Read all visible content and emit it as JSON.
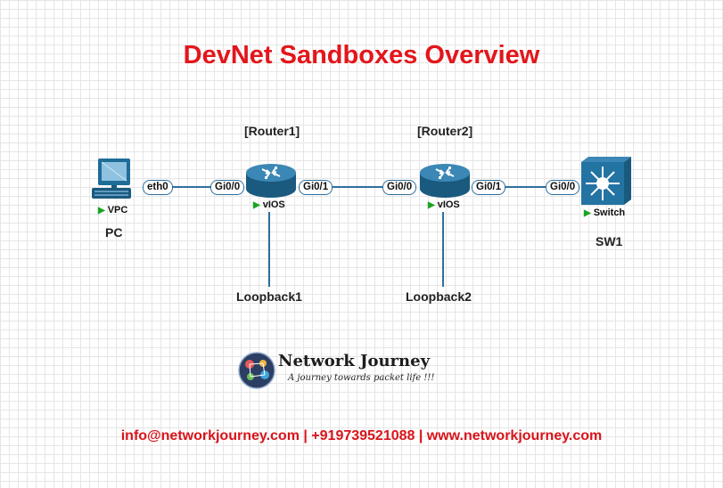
{
  "title": "DevNet Sandboxes Overview",
  "colors": {
    "title": "#e3161b",
    "footer": "#d9131a",
    "link": "#2f6f9e",
    "device": "#1f6d97",
    "status": "#19a323"
  },
  "devices": {
    "pc": {
      "icon": "pc-icon",
      "tag": "VPC",
      "label": "PC",
      "port": "eth0"
    },
    "router1": {
      "icon": "router-icon",
      "name": "[Router1]",
      "tag": "vIOS",
      "port_left": "Gi0/0",
      "port_right": "Gi0/1",
      "loopback": "Loopback1"
    },
    "router2": {
      "icon": "router-icon",
      "name": "[Router2]",
      "tag": "vIOS",
      "port_left": "Gi0/0",
      "port_right": "Gi0/1",
      "loopback": "Loopback2"
    },
    "sw1": {
      "icon": "switch-icon",
      "tag": "Switch",
      "label": "SW1",
      "port": "Gi0/0"
    }
  },
  "logo": {
    "title": "Network Journey",
    "subtitle": "A journey towards packet life !!!"
  },
  "footer": "info@networkjourney.com | +919739521088 | www.networkjourney.com"
}
